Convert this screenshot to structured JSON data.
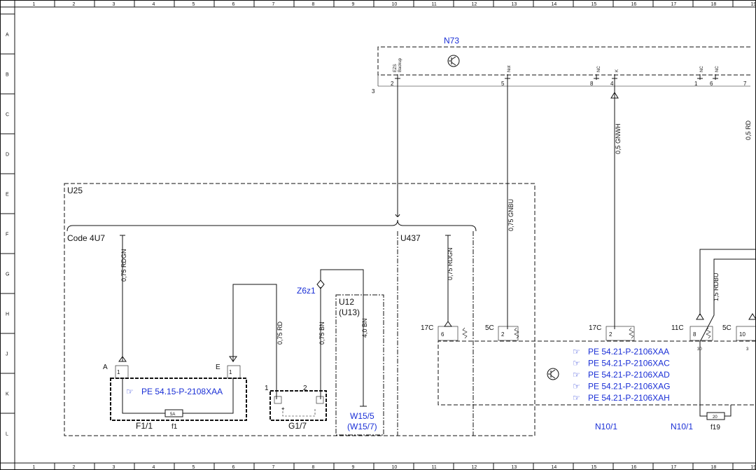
{
  "grid": {
    "columns": [
      "1",
      "2",
      "3",
      "4",
      "5",
      "6",
      "7",
      "8",
      "9",
      "10",
      "11",
      "12",
      "13",
      "14",
      "15",
      "16",
      "17",
      "18",
      "19"
    ],
    "rows": [
      "A",
      "B",
      "C",
      "D",
      "E",
      "F",
      "G",
      "H",
      "J",
      "K",
      "L"
    ]
  },
  "components": {
    "n73": "N73",
    "n73_pins": {
      "ezs": "EZS",
      "backup": "Backup",
      "not": "Not",
      "nc": "NC",
      "k": "K"
    },
    "n73_pin_numbers": {
      "p2": "2",
      "p5": "5",
      "p8": "8",
      "p4": "4",
      "p1": "1",
      "p6": "6",
      "p7": "7"
    },
    "n73_side": "3",
    "u25": "U25",
    "code": "Code 4U7",
    "u437": "U437",
    "z6z1": "Z6z1",
    "u12": "U12",
    "u13": "(U13)",
    "w15_5": "W15/5",
    "w15_7": "(W15/7)",
    "f1_1": "F1/1",
    "f1": "f1",
    "fuse_5a": "5A",
    "g1_7": "G1/7",
    "n10_1_a": "N10/1",
    "n10_1_b": "N10/1",
    "f19": "f19",
    "fuse_20": "20"
  },
  "wires": {
    "rdgn_left": "0,75 RDGN",
    "rd": "0,75 RD",
    "bn": "0,75 BN",
    "bn4": "4,0 BN",
    "rdgn_right": "0,75 RDGN",
    "gnbu": "0,75 GNBU",
    "gnwh": "0,5 GNWH",
    "rdbu": "1,5 RDBU"
  },
  "connectors": {
    "a": "A",
    "e": "E",
    "a_pin": "1",
    "e_pin": "1",
    "g_pin1": "1",
    "g_pin2": "2",
    "plus": "+",
    "c17_left": "17C",
    "c5_left": "5C",
    "c17_right": "17C",
    "c11": "11C",
    "c5_right": "5C",
    "pin6": "6",
    "pin2a": "2",
    "pin2b": "2",
    "pin8": "8",
    "pin10": "10",
    "pin30a": "30",
    "pin30b": "3"
  },
  "references": {
    "left": "PE 54.15-P-2108XAA",
    "right": [
      "PE 54.21-P-2106XAA",
      "PE 54.21-P-2106XAC",
      "PE 54.21-P-2106XAD",
      "PE 54.21-P-2106XAG",
      "PE 54.21-P-2106XAH"
    ]
  },
  "colors": {
    "ink": "#111111",
    "reference": "#1a2fd6"
  }
}
